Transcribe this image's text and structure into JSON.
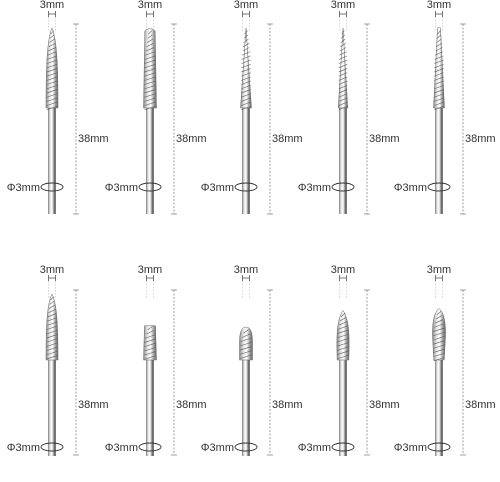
{
  "bits": [
    {
      "tip_width": "3mm",
      "length": "38mm",
      "shank": "Φ3mm",
      "head": "flame"
    },
    {
      "tip_width": "3mm",
      "length": "38mm",
      "shank": "Φ3mm",
      "head": "cylinder"
    },
    {
      "tip_width": "3mm",
      "length": "38mm",
      "shank": "Φ3mm",
      "head": "cone"
    },
    {
      "tip_width": "3mm",
      "length": "38mm",
      "shank": "Φ3mm",
      "head": "needle"
    },
    {
      "tip_width": "3mm",
      "length": "38mm",
      "shank": "Φ3mm",
      "head": "taper"
    },
    {
      "tip_width": "3mm",
      "length": "38mm",
      "shank": "Φ3mm",
      "head": "flame"
    },
    {
      "tip_width": "3mm",
      "length": "38mm",
      "shank": "Φ3mm",
      "head": "cylinder-short"
    },
    {
      "tip_width": "3mm",
      "length": "38mm",
      "shank": "Φ3mm",
      "head": "bullet"
    },
    {
      "tip_width": "3mm",
      "length": "38mm",
      "shank": "Φ3mm",
      "head": "tree"
    },
    {
      "tip_width": "3mm",
      "length": "38mm",
      "shank": "Φ3mm",
      "head": "tree-round"
    }
  ]
}
